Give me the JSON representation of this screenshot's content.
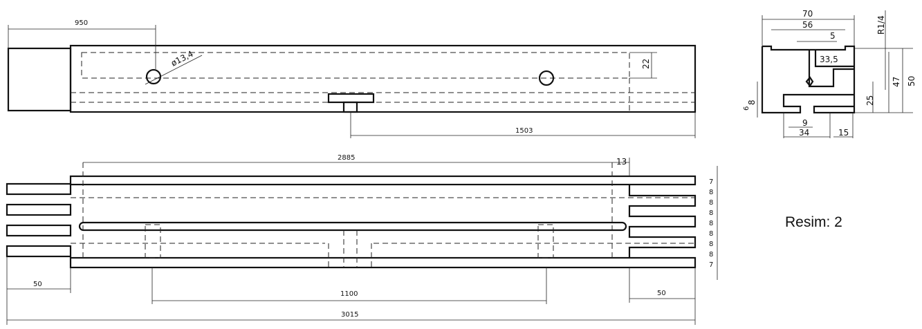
{
  "top_view": {
    "dim_950": "950",
    "dim_hole": "ø13,4",
    "dim_22": "22",
    "dim_1503": "1503"
  },
  "bottom_view": {
    "dim_2885": "2885",
    "dim_13": "13",
    "dim_50_left": "50",
    "dim_1100": "1100",
    "dim_50_right": "50",
    "dim_3015": "3015",
    "stack_dims": [
      "7",
      "8",
      "8",
      "8",
      "8",
      "8",
      "8",
      "8",
      "7"
    ]
  },
  "section": {
    "dim_70": "70",
    "dim_56": "56",
    "dim_5": "5",
    "dim_r14": "R1/4",
    "dim_33_5": "33,5",
    "dim_47": "47",
    "dim_50": "50",
    "dim_25": "25",
    "dim_8": "8",
    "dim_6": "6",
    "dim_9": "9",
    "dim_34": "34",
    "dim_15": "15"
  },
  "caption": "Resim: 2"
}
